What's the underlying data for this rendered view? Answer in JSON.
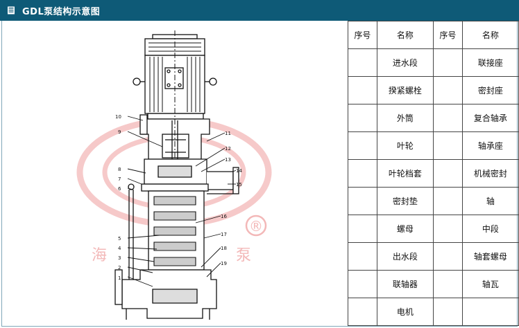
{
  "header": {
    "title": "GDL泵结构示意图"
  },
  "table": {
    "headers": [
      "序号",
      "名称",
      "序号",
      "名称"
    ],
    "rows": [
      [
        "",
        "进水段",
        "",
        "联接座"
      ],
      [
        "",
        "揆紧螺栓",
        "",
        "密封座"
      ],
      [
        "",
        "外筒",
        "",
        "复合轴承"
      ],
      [
        "",
        "叶轮",
        "",
        "轴承座"
      ],
      [
        "",
        "叶轮档套",
        "",
        "机械密封"
      ],
      [
        "",
        "密封垫",
        "",
        "轴"
      ],
      [
        "",
        "螺母",
        "",
        "中段"
      ],
      [
        "",
        "出水段",
        "",
        "轴套螺母"
      ],
      [
        "",
        "联轴器",
        "",
        "轴瓦"
      ],
      [
        "",
        "电机",
        "",
        ""
      ]
    ]
  },
  "diagram": {
    "callouts": [
      "1",
      "2",
      "3",
      "4",
      "5",
      "6",
      "7",
      "8",
      "9",
      "10",
      "11",
      "12",
      "13",
      "14",
      "15",
      "16",
      "17",
      "18",
      "19"
    ],
    "watermark_text": [
      "海",
      "泵"
    ],
    "registered_mark": "®"
  },
  "colors": {
    "header_bg": "#0e5a77",
    "watermark": "#f3b8b8",
    "line": "#111111"
  }
}
